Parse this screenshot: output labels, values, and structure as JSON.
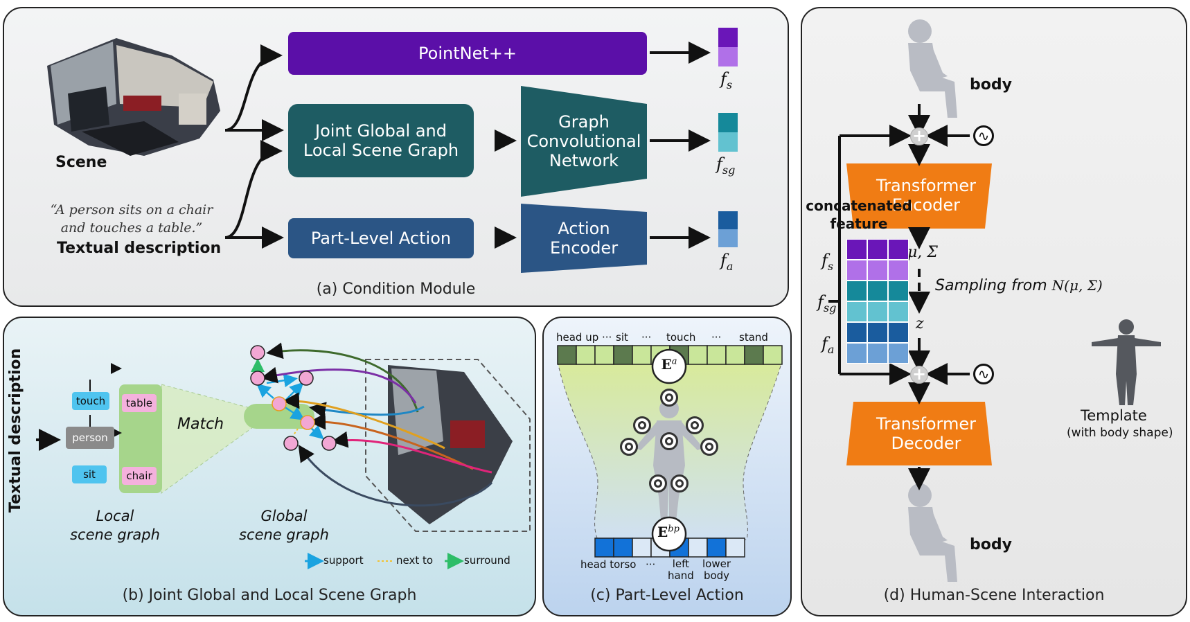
{
  "panel_a": {
    "caption": "(a) Condition Module",
    "scene_label": "Scene",
    "quote": "“A person sits on a chair\nand touches a table.”",
    "textual_label": "Textual description",
    "pointnet": "PointNet++",
    "joint_sg": "Joint Global and\nLocal Scene Graph",
    "gcn": "Graph\nConvolutional\nNetwork",
    "part_action": "Part-Level Action",
    "action_encoder": "Action\nEncoder",
    "f_s": "f",
    "f_s_sub": "s",
    "f_sg": "f",
    "f_sg_sub": "sg",
    "f_a": "f",
    "f_a_sub": "a"
  },
  "panel_b": {
    "caption": "(b) Joint Global and Local Scene Graph",
    "vertical_label": "Textual description",
    "nodes": {
      "touch": "touch",
      "table": "table",
      "person": "person",
      "sit": "sit",
      "chair": "chair"
    },
    "match": "Match",
    "local_label": "Local\nscene graph",
    "global_label": "Global\nscene graph",
    "legend": {
      "support": "support",
      "next_to": "next to",
      "surround": "surround"
    }
  },
  "panel_c": {
    "caption": "(c) Part-Level Action",
    "top_tokens": [
      "head up",
      "···",
      "sit",
      "···",
      "touch",
      "···",
      "stand"
    ],
    "ea": "E",
    "ea_sup": "a",
    "ebp": "E",
    "ebp_sup": "bp",
    "bottom_tokens": [
      "head torso",
      "···",
      "left\nhand",
      "lower\nbody"
    ]
  },
  "panel_d": {
    "caption": "(d) Human-Scene Interaction",
    "body_top": "body",
    "body_bottom": "body",
    "encoder": "Transformer\nEncoder",
    "decoder": "Transformer\nDecoder",
    "mu_sigma": "μ, Σ",
    "sampling": "Sampling from",
    "normal": "N(μ, Σ)",
    "z": "z",
    "concat": "concatenated\nfeature",
    "feat_s": "f",
    "feat_s_sub": "s",
    "feat_sg": "f",
    "feat_sg_sub": "sg",
    "feat_a": "f",
    "feat_a_sub": "a",
    "template": "Template",
    "template_sub": "(with body shape)"
  },
  "colors": {
    "pointnet": "#5b0fa8",
    "scene_graph": "#1e5c63",
    "action": "#2b5585",
    "transformer": "#f07c14",
    "fs_dark": "#6a16b8",
    "fs_light": "#b070e8",
    "fsg_dark": "#15899a",
    "fsg_light": "#62c2d0",
    "fa_dark": "#1a5c9e",
    "fa_light": "#6ca0d6"
  }
}
